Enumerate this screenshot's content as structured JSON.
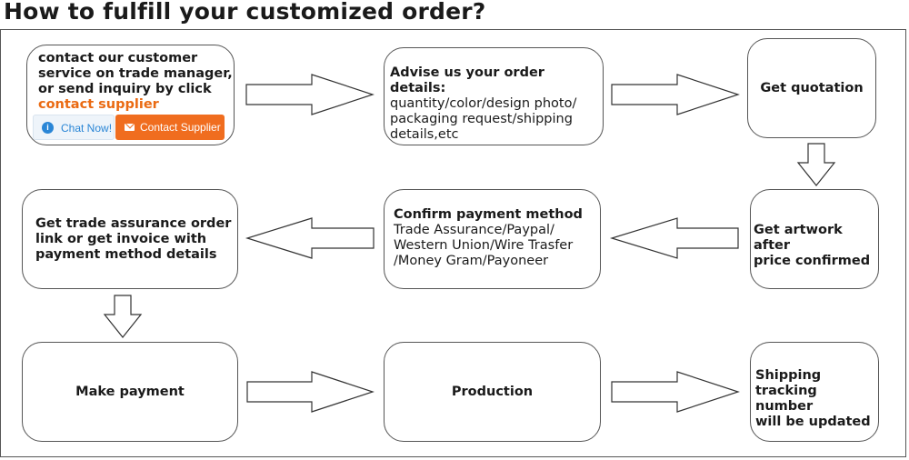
{
  "title": "How to fulfill your customized order?",
  "steps": {
    "contact": {
      "line1": "contact our customer",
      "line2": "service on trade manager,",
      "line3": "or send inquiry by click",
      "link": "contact supplier",
      "chat_label": "Chat Now!",
      "supplier_label": "Contact Supplier"
    },
    "advise": {
      "heading": "Advise us your order details:",
      "line1": "quantity/color/design photo/",
      "line2": "packaging request/shipping",
      "line3": "details,etc"
    },
    "quotation": {
      "text": "Get quotation"
    },
    "artwork": {
      "line1": "Get artwork after",
      "line2": "price confirmed"
    },
    "confirm": {
      "heading": "Confirm payment method",
      "line1": "Trade Assurance/Paypal/",
      "line2": "Western Union/Wire Trasfer",
      "line3": "/Money Gram/Payoneer"
    },
    "assurance": {
      "line1": "Get trade assurance order",
      "line2": "link or get invoice with",
      "line3": "payment method details"
    },
    "payment": {
      "text": "Make payment"
    },
    "production": {
      "text": "Production"
    },
    "shipping": {
      "line1": "Shipping",
      "line2": "tracking number",
      "line3": "will be updated"
    }
  },
  "colors": {
    "accent": "#ea6a12",
    "supplier_button": "#f06d1f",
    "chat_blue": "#2a86d6"
  },
  "icons": {
    "chat": "chat-bubble-icon",
    "supplier": "envelope-icon"
  }
}
